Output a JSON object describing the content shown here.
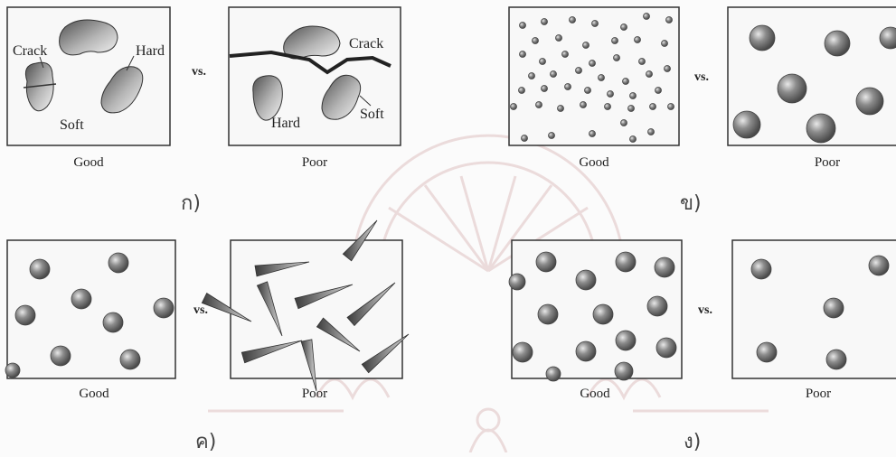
{
  "panels": {
    "a": {
      "subcaption": "ก)",
      "vs": "vs.",
      "good": {
        "caption": "Good",
        "labels": {
          "crack": "Crack",
          "hard": "Hard",
          "soft": "Soft"
        }
      },
      "poor": {
        "caption": "Poor",
        "labels": {
          "crack": "Crack",
          "hard": "Hard",
          "soft": "Soft"
        }
      }
    },
    "b": {
      "subcaption": "ข)",
      "vs": "vs.",
      "good": {
        "caption": "Good"
      },
      "poor": {
        "caption": "Poor"
      }
    },
    "c": {
      "subcaption": "ค)",
      "vs": "vs.",
      "good": {
        "caption": "Good"
      },
      "poor": {
        "caption": "Poor"
      }
    },
    "d": {
      "subcaption": "ง)",
      "vs": "vs.",
      "good": {
        "caption": "Good"
      },
      "poor": {
        "caption": "Poor"
      }
    }
  },
  "colors": {
    "particle": "#6f6f6f",
    "particle_light": "#e6e6e6",
    "line": "#333333",
    "watermark": "#e9dcdc"
  }
}
